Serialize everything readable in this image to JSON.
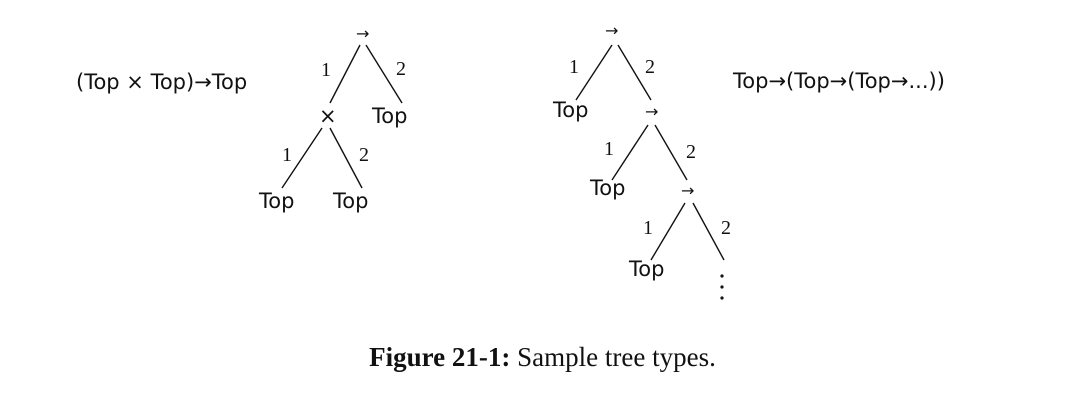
{
  "caption": {
    "label": "Figure 21-1:",
    "text": "Sample tree types."
  },
  "left_example": {
    "expression": "(Top × Top)→Top",
    "root": "→",
    "root_edge_1": "1",
    "root_edge_2": "2",
    "product_node": "×",
    "root_right_leaf": "Top",
    "product_edge_1": "1",
    "product_edge_2": "2",
    "product_left_leaf": "Top",
    "product_right_leaf": "Top"
  },
  "right_example": {
    "expression": "Top→(Top→(Top→...))",
    "level1": {
      "node": "→",
      "edge_1": "1",
      "edge_2": "2",
      "left_leaf": "Top"
    },
    "level2": {
      "node": "→",
      "edge_1": "1",
      "edge_2": "2",
      "left_leaf": "Top"
    },
    "level3": {
      "node": "→",
      "edge_1": "1",
      "edge_2": "2",
      "left_leaf": "Top"
    }
  }
}
